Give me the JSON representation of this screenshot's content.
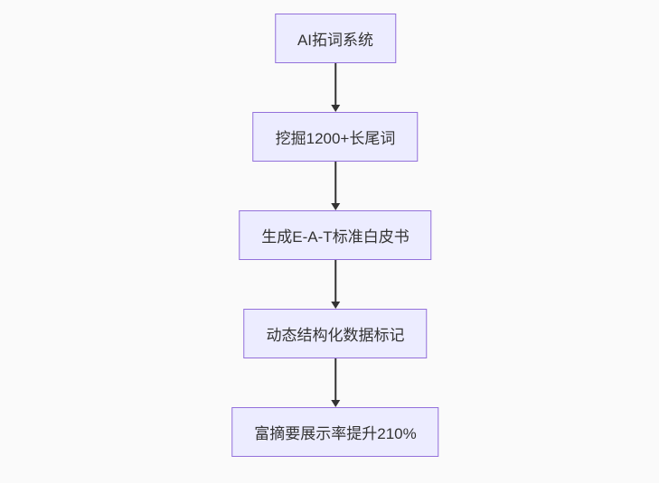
{
  "diagram": {
    "type": "flowchart",
    "direction": "top-down",
    "nodes": [
      {
        "id": "step-1",
        "label": "AI拓词系统"
      },
      {
        "id": "step-2",
        "label": "挖掘1200+长尾词"
      },
      {
        "id": "step-3",
        "label": "生成E-A-T标准白皮书"
      },
      {
        "id": "step-4",
        "label": "动态结构化数据标记"
      },
      {
        "id": "step-5",
        "label": "富摘要展示率提升210%"
      }
    ],
    "edges": [
      {
        "from": "step-1",
        "to": "step-2"
      },
      {
        "from": "step-2",
        "to": "step-3"
      },
      {
        "from": "step-3",
        "to": "step-4"
      },
      {
        "from": "step-4",
        "to": "step-5"
      }
    ]
  },
  "colors": {
    "background": "#fafafa",
    "node_fill": "#ECECFF",
    "node_border": "#9370DB",
    "arrow_color": "#333333",
    "text_color": "#333333"
  }
}
